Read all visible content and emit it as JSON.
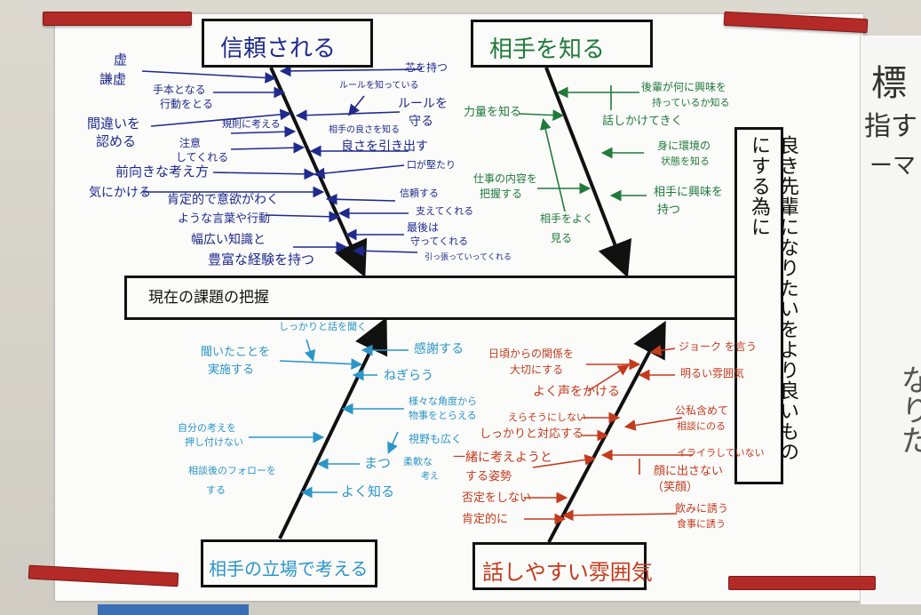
{
  "goal": "良き先輩になりたいをより良いものにする為に",
  "spine_label": "現在の課題の把握",
  "categories": {
    "top_left": "信頼される",
    "top_right": "相手を知る",
    "bottom_left": "相手の立場で考える",
    "bottom_right": "話しやすい雰囲気"
  },
  "top_left_items": {
    "i1": "謙虚",
    "i1b": "虚",
    "i2a": "手本となる",
    "i2b": "行動をとる",
    "i3a": "間違いを",
    "i3b": "認める",
    "i4a": "注意",
    "i4b": "してくれる",
    "i5": "規則に考える",
    "i6": "前向きな考え方",
    "i7": "気にかける",
    "i8a": "肯定的で意欲がわく",
    "i8b": "ような言葉や行動",
    "i9a": "幅広い知識と",
    "i9b": "豊富な経験を持つ",
    "r1": "芯を持つ",
    "r2": "ルールを知っている",
    "r3a": "ルールを",
    "r3b": "守る",
    "r4": "相手の良さを知る",
    "r5": "良さを引き出す",
    "r6": "口が堅たり",
    "r7": "信頼する",
    "r8": "支えてくれる",
    "r9a": "最後は",
    "r9b": "守ってくれる",
    "r10": "引っ張っていってくれる"
  },
  "top_right_items": {
    "a1": "力量を知る",
    "a2a": "仕事の内容を",
    "a2b": "把握する",
    "a3a": "相手をよく",
    "a3b": "見る",
    "b1a": "後輩が何に興味を",
    "b1b": "持っているか知る",
    "b2": "話しかけてきく",
    "b3a": "身に環境の",
    "b3b": "状態を知る",
    "b4a": "相手に興味を",
    "b4b": "持つ"
  },
  "bottom_left_items": {
    "c1": "しっかりと話を聞く",
    "c2a": "聞いたことを",
    "c2b": "実施する",
    "c3a": "自分の考えを",
    "c3b": "押し付けない",
    "c4a": "相談後のフォローを",
    "c4b": "する",
    "d1": "感謝する",
    "d2": "ねぎらう",
    "d3a": "様々な角度から",
    "d3b": "物事をとらえる",
    "d4a": "視野も広く",
    "d4b": "柔軟な",
    "d4c": "考え",
    "d5": "まつ",
    "d6": "よく知る"
  },
  "bottom_right_items": {
    "e1a": "日頃からの関係を",
    "e1b": "大切にする",
    "e2": "よく声をかける",
    "e3": "えらそうにしない",
    "e4": "しっかりと対応する",
    "e5a": "一緒に考えようと",
    "e5b": "する姿勢",
    "e6": "否定をしない",
    "e7": "肯定的に",
    "f1": "ジョーク を言う",
    "f2": "明るい雰囲気",
    "f3a": "公私含めて",
    "f3b": "相談にのる",
    "f4": "イライラしていない",
    "f5a": "顔に出さない",
    "f5b": "（笑顔）",
    "f6a": "飲みに誘う",
    "f6b": "食事に誘う"
  },
  "side_sheet": {
    "t1": "標",
    "t2": "指す",
    "t3": "ーマ",
    "t4": "なりた"
  },
  "colors": {
    "blue": "#1f2a8c",
    "green": "#1f7a3a",
    "cyan": "#2b95c8",
    "red": "#c43a1c",
    "tape": "#b32a26"
  }
}
